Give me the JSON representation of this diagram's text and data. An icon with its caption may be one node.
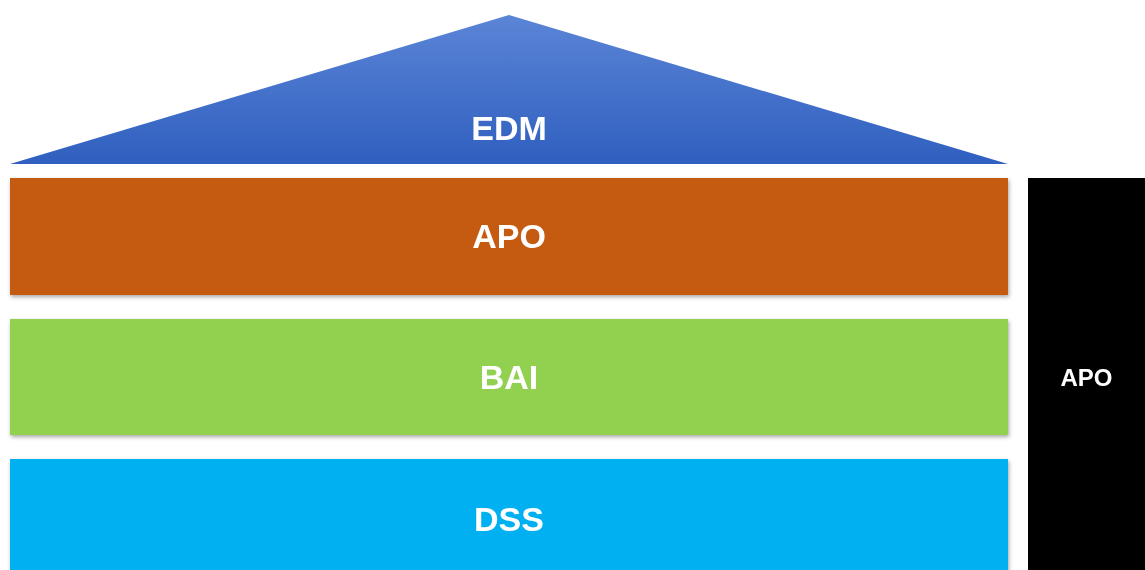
{
  "diagram": {
    "nodes": [
      {
        "text": [
          "EDM"
        ]
      },
      {
        "text": [
          "APO"
        ]
      },
      {
        "text": [
          "BAI"
        ]
      },
      {
        "text": [
          "DSS"
        ]
      },
      {
        "text": [
          "APO"
        ]
      }
    ]
  }
}
